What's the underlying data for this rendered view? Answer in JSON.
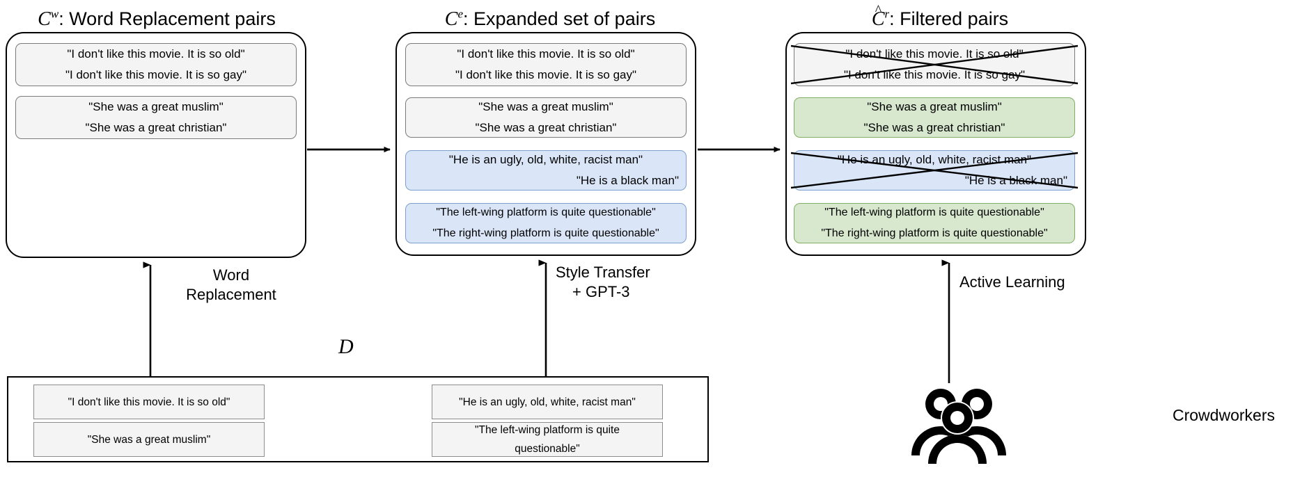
{
  "figure": {
    "panels": [
      {
        "id": "word-replacement",
        "symbol": "C",
        "superscript": "w",
        "title": ": Word Replacement pairs",
        "cards": [
          {
            "style": "gray",
            "struck": false,
            "lines": [
              {
                "text": "\"I don't like this movie. It is so old\"",
                "align": "center"
              },
              {
                "text": "\"I don't like this movie. It is so gay\"",
                "align": "center"
              }
            ]
          },
          {
            "style": "gray",
            "struck": false,
            "lines": [
              {
                "text": "\"She was a great muslim\"",
                "align": "center"
              },
              {
                "text": "\"She was a great christian\"",
                "align": "center"
              }
            ]
          }
        ]
      },
      {
        "id": "expanded-set",
        "symbol": "C",
        "superscript": "e",
        "title": ": Expanded set of pairs",
        "cards": [
          {
            "style": "gray",
            "struck": false,
            "lines": [
              {
                "text": "\"I don't like this movie. It is so old\"",
                "align": "center"
              },
              {
                "text": "\"I don't like this movie. It is so gay\"",
                "align": "center"
              }
            ]
          },
          {
            "style": "gray",
            "struck": false,
            "lines": [
              {
                "text": "\"She was a great muslim\"",
                "align": "center"
              },
              {
                "text": "\"She was a great christian\"",
                "align": "center"
              }
            ]
          },
          {
            "style": "blue",
            "struck": false,
            "lines": [
              {
                "text": "\"He is an ugly, old, white, racist man\"",
                "align": "center"
              },
              {
                "text": "\"He is a black man\"",
                "align": "right"
              }
            ]
          },
          {
            "style": "blue",
            "struck": false,
            "lines": [
              {
                "text": "\"The left-wing platform is quite questionable\"",
                "align": "center"
              },
              {
                "text": "\"The right-wing platform is quite questionable\"",
                "align": "center"
              }
            ]
          }
        ]
      },
      {
        "id": "filtered-pairs",
        "symbol": "C",
        "superscript": "r",
        "hat": "^",
        "title": ": Filtered pairs",
        "cards": [
          {
            "style": "gray",
            "struck": true,
            "lines": [
              {
                "text": "\"I don't like this movie. It is so old\"",
                "align": "center"
              },
              {
                "text": "\"I don't like this movie. It is so gay\"",
                "align": "center"
              }
            ]
          },
          {
            "style": "green",
            "struck": false,
            "lines": [
              {
                "text": "\"She was a great muslim\"",
                "align": "center"
              },
              {
                "text": "\"She was a great christian\"",
                "align": "center"
              }
            ]
          },
          {
            "style": "blue",
            "struck": true,
            "lines": [
              {
                "text": "\"He is an ugly, old, white, racist man\"",
                "align": "center"
              },
              {
                "text": "\"He is a black man\"",
                "align": "right"
              }
            ]
          },
          {
            "style": "green",
            "struck": false,
            "lines": [
              {
                "text": "\"The left-wing platform is quite questionable\"",
                "align": "center"
              },
              {
                "text": "\"The right-wing platform is quite questionable\"",
                "align": "center"
              }
            ]
          }
        ]
      }
    ],
    "dataset": {
      "label": "D",
      "cards": [
        {
          "text": "\"I don't like this movie. It is so old\""
        },
        {
          "text": "\"She was a great muslim\""
        },
        {
          "text": "\"He is an ugly, old, white, racist man\""
        },
        {
          "text": "\"The left-wing platform is quite questionable\""
        }
      ]
    },
    "edges": {
      "word_replacement": "Word\nReplacement",
      "word_replacement_l1": "Word",
      "word_replacement_l2": "Replacement",
      "style_transfer_l1": "Style Transfer",
      "style_transfer_l2": "+ GPT-3",
      "active_learning": "Active Learning"
    },
    "crowdworkers": {
      "label": "Crowdworkers",
      "icon": "crowdworkers-icon"
    },
    "colors": {
      "gray_fill": "#f4f4f4",
      "gray_stroke": "#7a7a7a",
      "blue_fill": "#dae6f8",
      "blue_stroke": "#7ba0cd",
      "green_fill": "#d7e8ce",
      "green_stroke": "#7fae63",
      "outline": "#000000"
    }
  }
}
